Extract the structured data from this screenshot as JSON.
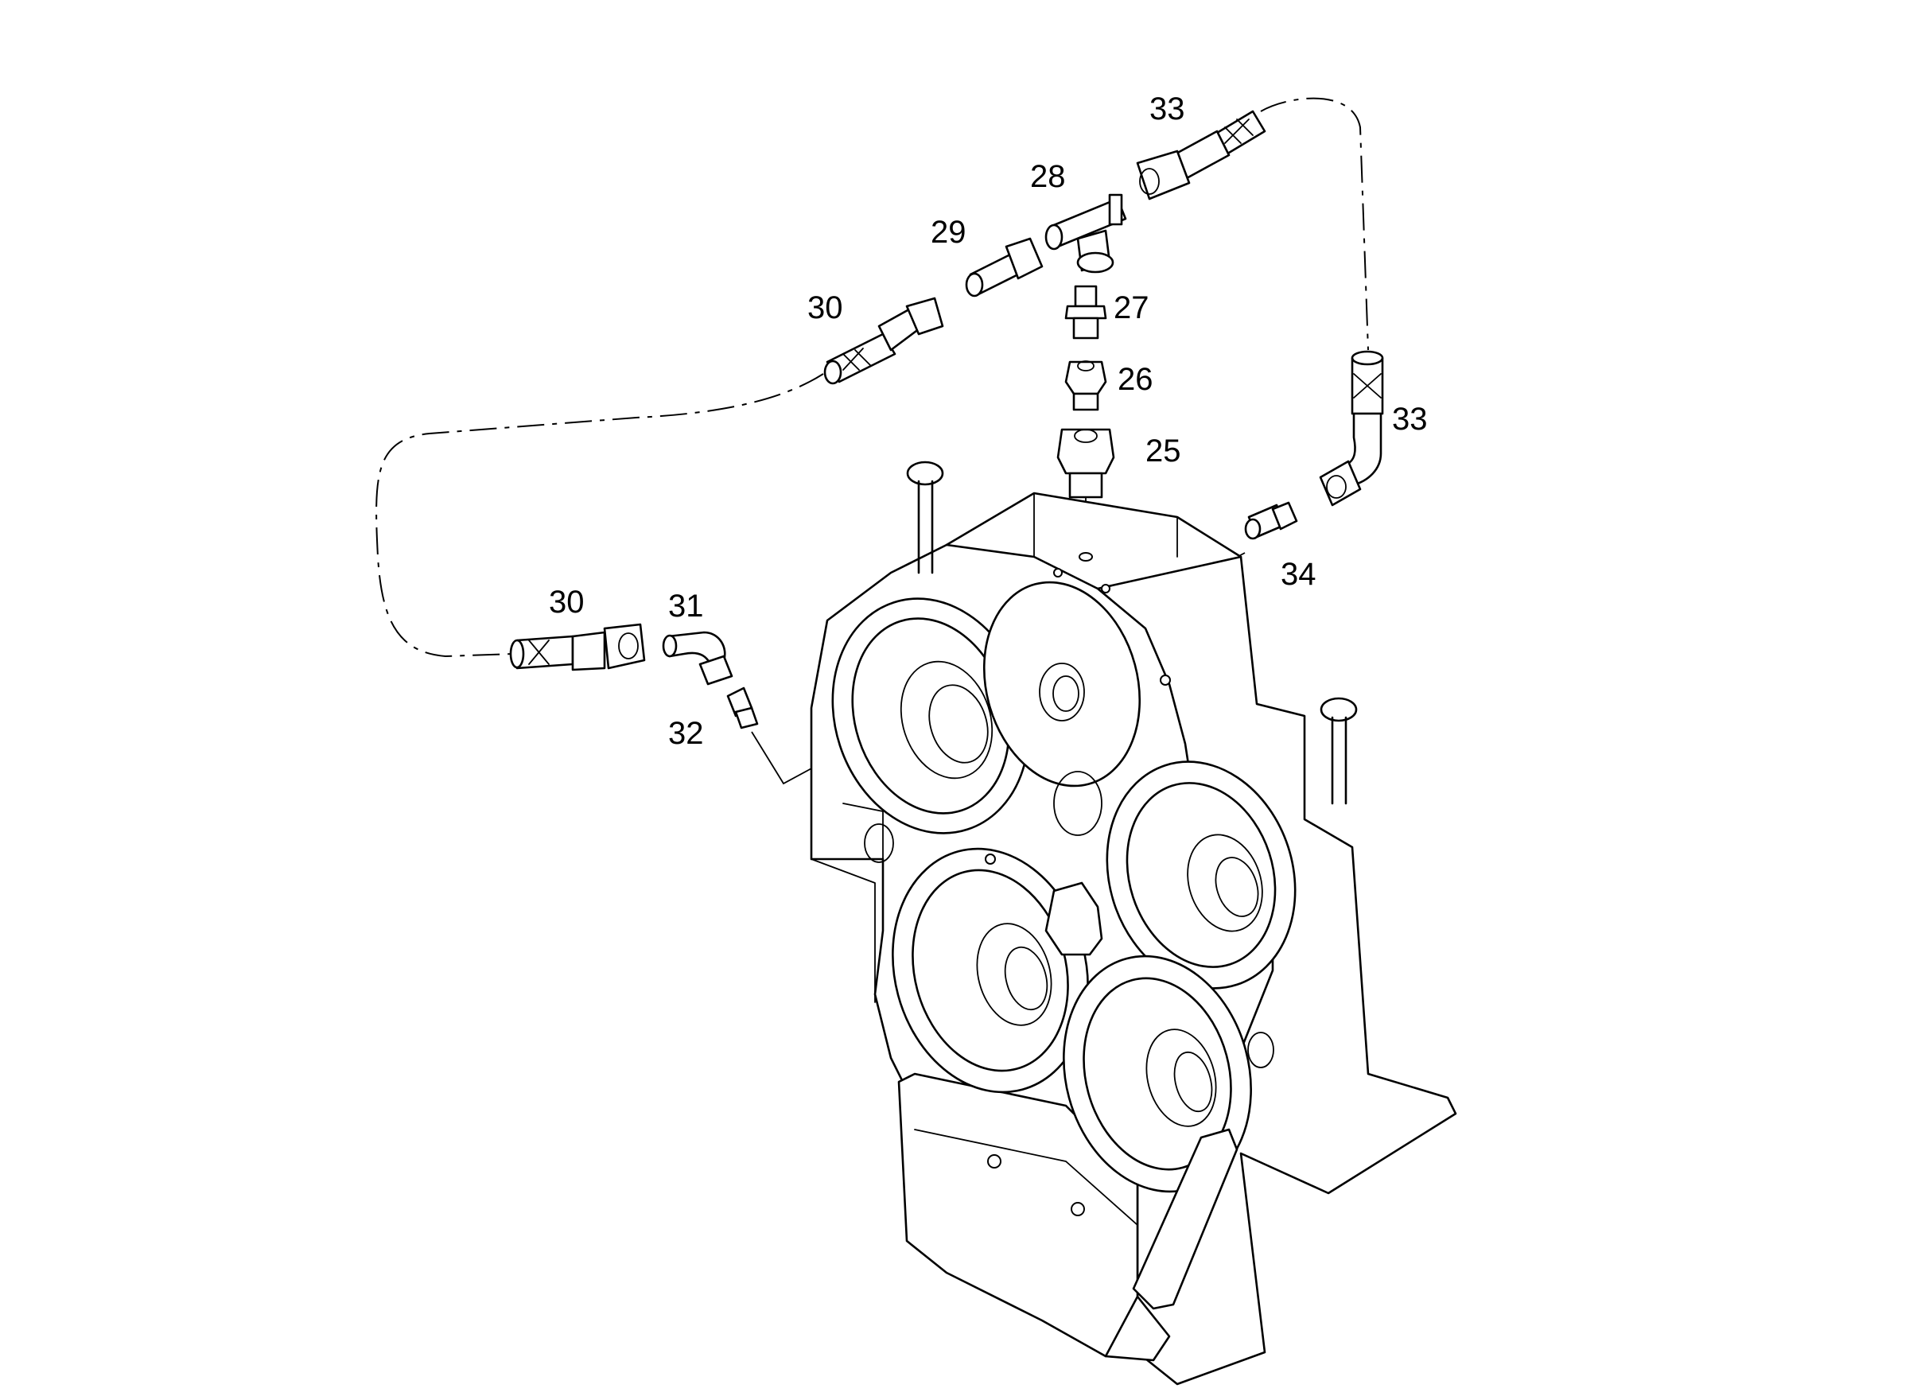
{
  "callouts": {
    "c25": "25",
    "c26": "26",
    "c27": "27",
    "c28": "28",
    "c29": "29",
    "c30a": "30",
    "c30b": "30",
    "c31": "31",
    "c32": "32",
    "c33a": "33",
    "c33b": "33",
    "c34": "34"
  }
}
